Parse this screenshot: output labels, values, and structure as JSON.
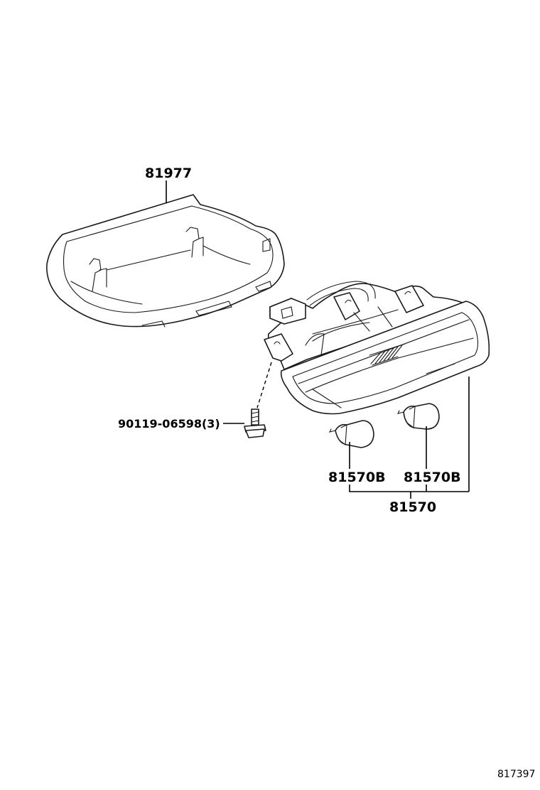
{
  "labels": {
    "cover": "81977",
    "bolt": "90119-06598(3)",
    "bulb_left": "81570B",
    "bulb_right": "81570B",
    "lamp_assembly": "81570",
    "diagram_id": "817397"
  }
}
